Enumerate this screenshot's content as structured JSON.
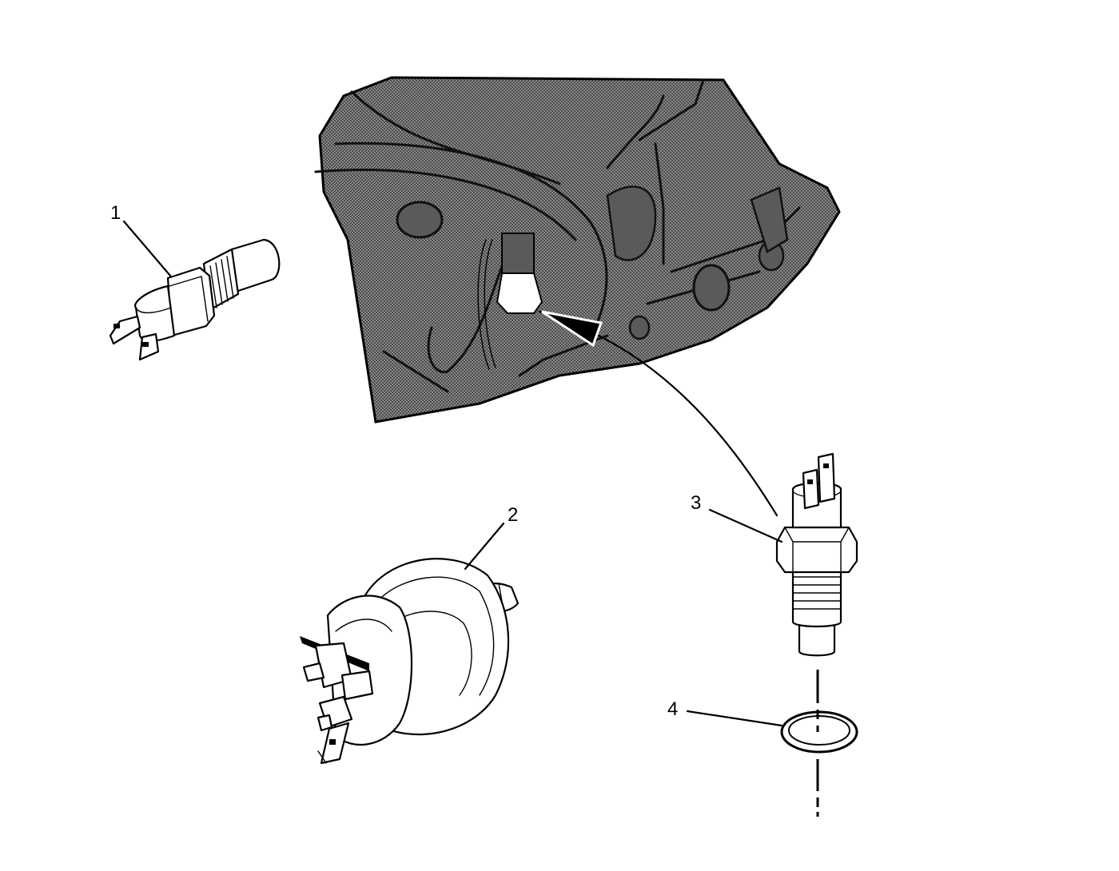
{
  "callouts": {
    "item_1": "1",
    "item_2": "2",
    "item_3": "3",
    "item_4": "4"
  },
  "colors": {
    "ink": "#000000",
    "engine_shading": "#6e6e6e",
    "paper": "#ffffff"
  },
  "icons": {
    "switch_1": "temperature-switch-icon",
    "sender_2": "oil-pressure-sender-icon",
    "sensor_3": "temperature-sensor-icon",
    "seal_4": "o-ring-seal-icon",
    "engine": "engine-block-view-icon",
    "arrow": "install-location-arrow-icon"
  }
}
